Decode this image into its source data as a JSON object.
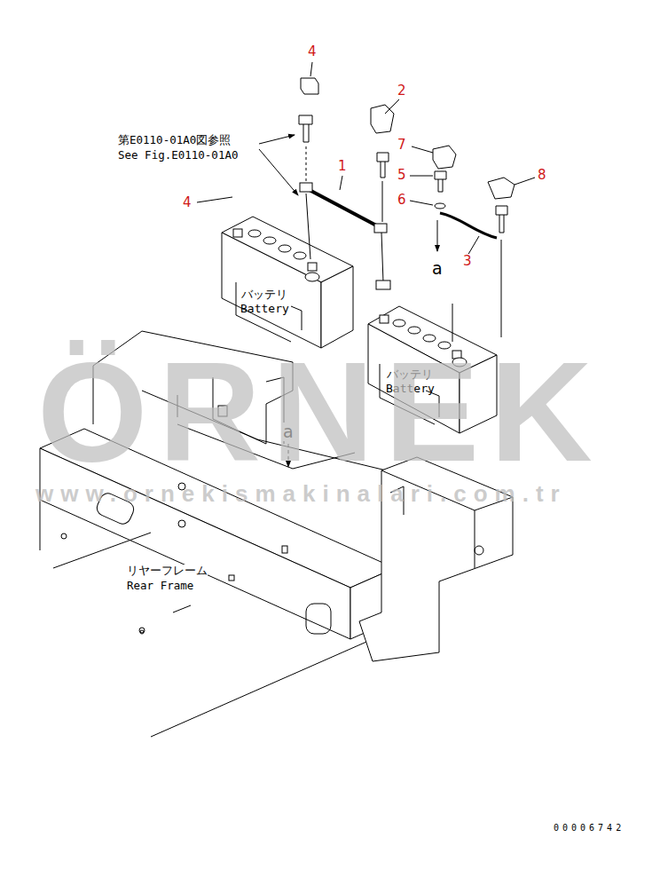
{
  "diagram": {
    "nodes": [
      {
        "text": [
          "バッテリ",
          "Battery"
        ]
      },
      {
        "text": [
          "バッテリ",
          "Battery"
        ]
      }
    ],
    "labels": [
      "4",
      "2",
      "7",
      "5",
      "6",
      "8",
      "1",
      "4",
      "3",
      "a",
      "a",
      "第E0110-01A0図参照",
      "See Fig.E0110-01A0",
      "リヤーフレーム",
      "Rear Frame",
      "ÖRNEK",
      "www.ornekismakinalari.com.tr",
      "00006742"
    ]
  }
}
